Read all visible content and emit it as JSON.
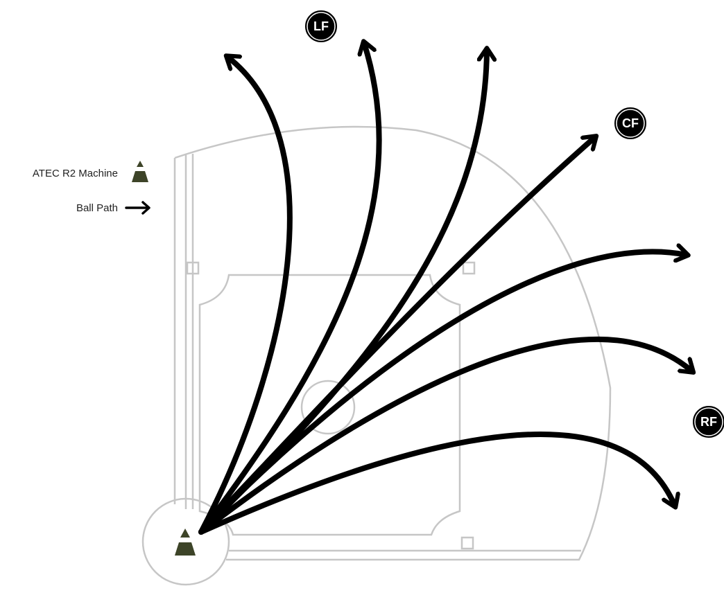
{
  "legend": {
    "machine_label": "ATEC R2 Machine",
    "path_label": "Ball Path"
  },
  "positions": {
    "lf": "LF",
    "cf": "CF",
    "rf": "RF"
  },
  "colors": {
    "machine": "#3d4428",
    "ball_path": "#000000",
    "field_lines": "#c6c6c6",
    "position_badge": "#000000"
  },
  "icons": {
    "machine": "cone-icon",
    "path": "arrow-right-icon"
  },
  "ball_path_count": 7
}
